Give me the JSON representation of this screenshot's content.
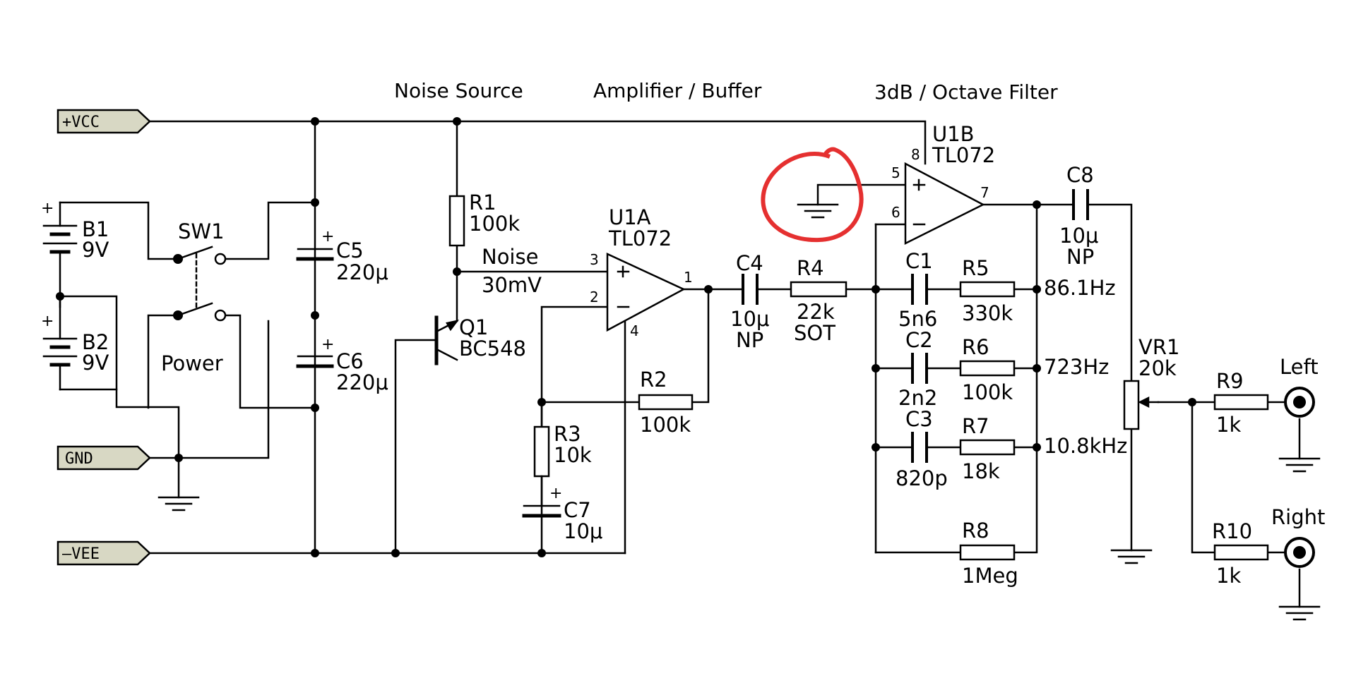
{
  "headings": {
    "noise_source": "Noise Source",
    "amplifier": "Amplifier / Buffer",
    "filter": "3dB / Octave Filter"
  },
  "rails": {
    "vcc": "+VCC",
    "gnd": "GND",
    "vee": "–VEE"
  },
  "components": {
    "b1_ref": "B1",
    "b1_val": "9V",
    "b2_ref": "B2",
    "b2_val": "9V",
    "sw1_ref": "SW1",
    "sw1_name": "Power",
    "c5_ref": "C5",
    "c5_val": "220μ",
    "c6_ref": "C6",
    "c6_val": "220μ",
    "r1_ref": "R1",
    "r1_val": "100k",
    "q1_ref": "Q1",
    "q1_val": "BC548",
    "noise_lbl": "Noise",
    "noise_val": "30mV",
    "u1a_ref": "U1A",
    "u1a_val": "TL072",
    "r2_ref": "R2",
    "r2_val": "100k",
    "r3_ref": "R3",
    "r3_val": "10k",
    "c7_ref": "C7",
    "c7_val": "10μ",
    "c4_ref": "C4",
    "c4_val": "10μ",
    "c4_type": "NP",
    "r4_ref": "R4",
    "r4_val": "22k",
    "r4_type": "SOT",
    "u1b_ref": "U1B",
    "u1b_val": "TL072",
    "c1_ref": "C1",
    "c1_val": "5n6",
    "c2_ref": "C2",
    "c2_val": "2n2",
    "c3_ref": "C3",
    "c3_val": "820p",
    "r5_ref": "R5",
    "r5_val": "330k",
    "r6_ref": "R6",
    "r6_val": "100k",
    "r7_ref": "R7",
    "r7_val": "18k",
    "r8_ref": "R8",
    "r8_val": "1Meg",
    "f1": "86.1Hz",
    "f2": "723Hz",
    "f3": "10.8kHz",
    "c8_ref": "C8",
    "c8_val": "10μ",
    "c8_type": "NP",
    "vr1_ref": "VR1",
    "vr1_val": "20k",
    "r9_ref": "R9",
    "r9_val": "1k",
    "r10_ref": "R10",
    "r10_val": "1k",
    "left": "Left",
    "right": "Right"
  },
  "pins": {
    "u1a_p3": "3",
    "u1a_p2": "2",
    "u1a_p1": "1",
    "u1a_p4": "4",
    "u1b_p5": "5",
    "u1b_p6": "6",
    "u1b_p7": "7",
    "u1b_p8": "8"
  },
  "signs": {
    "plus": "+",
    "minus": "–"
  },
  "annotation_color": "#e53030"
}
